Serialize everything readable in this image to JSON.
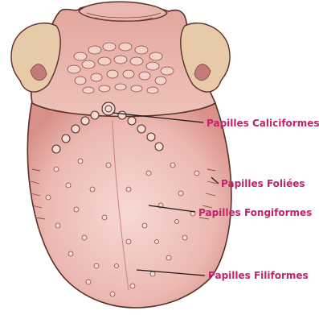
{
  "diagram": {
    "labels": {
      "caliciformes": "Papilles Caliciformes",
      "foliees": "Papilles Foliées",
      "fongiformes": "Papilles Fongiformes",
      "filiformes": "Papilles Filiformes"
    },
    "colors": {
      "label_text": "#c0246a",
      "leader_line": "#1a1a1a",
      "tongue_fill": "#eebcb8",
      "tongue_outline": "#5a2f2a",
      "root_fill": "#e6b0a8",
      "tonsil_fill": "#e8c9a8",
      "tonsil_shadow": "#c47a7a",
      "papilla_ring": "#8a4a44"
    }
  }
}
